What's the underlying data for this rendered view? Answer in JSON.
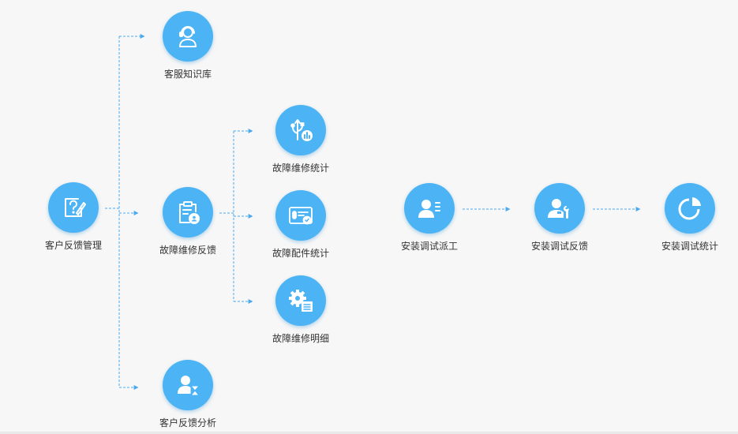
{
  "nodes": {
    "feedback_management": {
      "label": "客户反馈管理",
      "icon": "question-doc-icon"
    },
    "knowledge_base": {
      "label": "客服知识库",
      "icon": "headset-agent-icon"
    },
    "fault_repair_feedback": {
      "label": "故障维修反馈",
      "icon": "clipboard-user-icon"
    },
    "feedback_analysis": {
      "label": "客户反馈分析",
      "icon": "user-hourglass-icon"
    },
    "fault_repair_stats": {
      "label": "故障维修统计",
      "icon": "usb-chart-icon"
    },
    "fault_parts_stats": {
      "label": "故障配件统计",
      "icon": "product-card-icon"
    },
    "fault_repair_detail": {
      "label": "故障维修明细",
      "icon": "gear-list-icon"
    },
    "install_dispatch": {
      "label": "安装调试派工",
      "icon": "user-list-icon"
    },
    "install_feedback": {
      "label": "安装调试反馈",
      "icon": "user-wrench-icon"
    },
    "install_stats": {
      "label": "安装调试统计",
      "icon": "pie-chart-icon"
    }
  },
  "colors": {
    "accent": "#4cb3f5",
    "connector": "#4aa8ec",
    "label": "#333333",
    "background": "#f7f7f7"
  }
}
